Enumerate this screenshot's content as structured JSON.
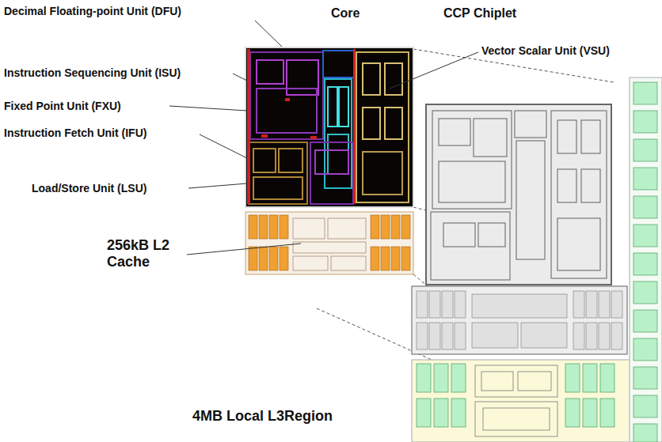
{
  "diagram": {
    "labels": [
      "Decimal Floating-point Unit (DFU)",
      "Core",
      "CCP Chiplet",
      "Vector Scalar Unit (VSU)",
      "Instruction Sequencing Unit (ISU)",
      "Fixed Point Unit (FXU)",
      "Instruction Fetch Unit (IFU)",
      "Load/Store Unit (LSU)",
      "256kB L2 Cache",
      "4MB Local L3Region"
    ]
  }
}
